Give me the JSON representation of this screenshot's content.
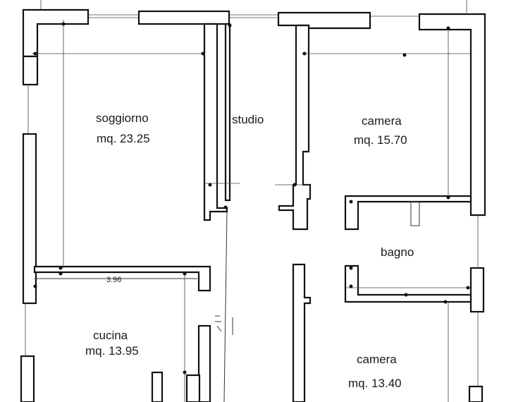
{
  "rooms": {
    "soggiorno": {
      "name": "soggiorno",
      "area": "mq. 23.25"
    },
    "studio": {
      "name": "studio"
    },
    "camera_top": {
      "name": "camera",
      "area": "mq. 15.70"
    },
    "bagno": {
      "name": "bagno"
    },
    "cucina": {
      "name": "cucina",
      "area": "mq. 13.95"
    },
    "camera_bottom": {
      "name": "camera",
      "area": "mq. 13.40"
    }
  },
  "dimensions": {
    "cucina_width": "3.96"
  }
}
